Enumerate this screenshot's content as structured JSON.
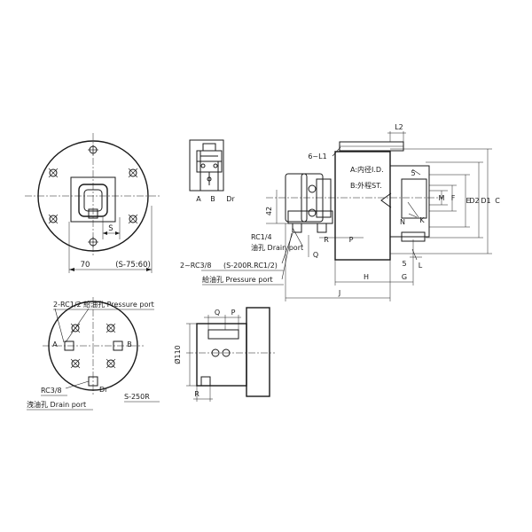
{
  "view_front": {
    "dim_70": "70",
    "dim_s75": "(S-75:60)",
    "dim_s": "S"
  },
  "view_small": {
    "port_a": "A",
    "port_b": "B",
    "port_dr": "Dr"
  },
  "view_side": {
    "l2": "L2",
    "l1": "6~L1",
    "inner_dia": "A:内径I.D.",
    "outer_dia": "B:外程ST.",
    "dim_5_top": "5",
    "dim_5_bot": "5",
    "m": "M",
    "f": "F",
    "e": "E",
    "d2": "D2",
    "d1": "D1",
    "c": "C",
    "n": "N",
    "k": "K",
    "l": "L",
    "h": "H",
    "g": "G",
    "j": "J",
    "d42": "42",
    "r": "R",
    "p": "P",
    "q": "Q",
    "rc14": "RC1/4",
    "drain_port": "油孔 Drain port",
    "rc38": "2~RC3/8",
    "s200": "(S-200R.RC1/2)",
    "pressure_port": "給油孔 Pressure port"
  },
  "view_bottom_left": {
    "pressure_label": "2-RC1/2  給油孔  Pressure port",
    "a": "A",
    "b": "B",
    "dr": "Dr",
    "rc38": "RC3/8",
    "drain_label": "洩油孔 Drain port",
    "model": "S-250R"
  },
  "view_bottom_mid": {
    "q": "Q",
    "p": "P",
    "d110": "Ø110",
    "r": "R"
  }
}
